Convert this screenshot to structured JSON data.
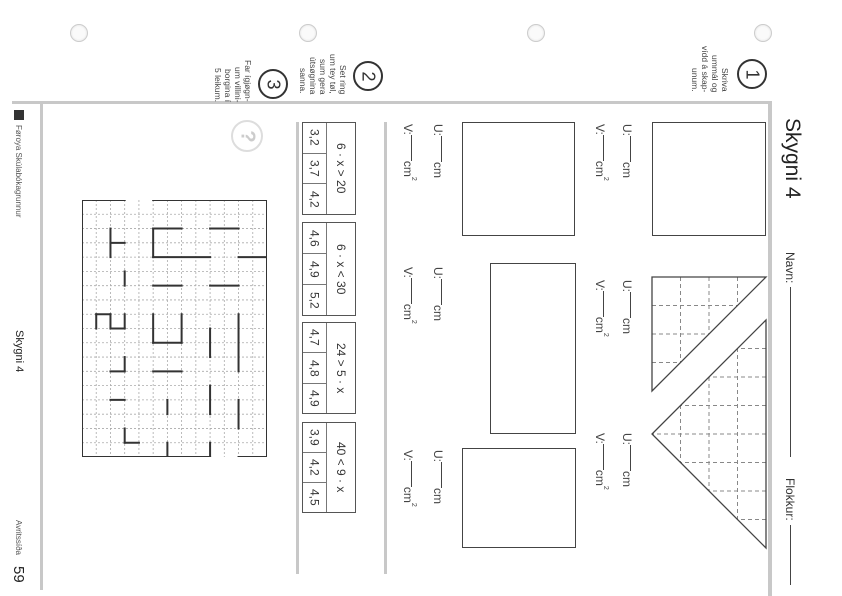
{
  "header": {
    "title": "Skygni 4",
    "name_label": "Navn:",
    "class_label": "Flokkur:"
  },
  "tasks": [
    {
      "number": "1",
      "instruction": "Skriva\nummál og\nvídd á skap-\nunum."
    },
    {
      "number": "2",
      "instruction": "Set ring\num tey tøl,\nsum gera\nútsøgnina\nsanna."
    },
    {
      "number": "3",
      "instruction": "Far ígjøgn-\num villini-\nborgina í\n5 leikum."
    }
  ],
  "measure": {
    "u_label": "U:",
    "v_label": "V:",
    "u_unit": "cm",
    "v_unit": "cm",
    "v_sup": "2"
  },
  "inequalities": [
    {
      "statement": "6 · x > 20",
      "options": [
        "3,2",
        "3,7",
        "4,2"
      ]
    },
    {
      "statement": "6 · x < 30",
      "options": [
        "4,6",
        "4,9",
        "5,2"
      ]
    },
    {
      "statement": "24 > 5 · x",
      "options": [
        "4,7",
        "4,8",
        "4,9"
      ]
    },
    {
      "statement": "40 < 9 · x",
      "options": [
        "3,9",
        "4,2",
        "4,5"
      ]
    }
  ],
  "hint_icon": "question-mark-icon",
  "footer": {
    "publisher": "Føroya Skúlabókagrunnur",
    "book": "Skygni 4",
    "copy_label": "Avritssíða",
    "page": "59"
  }
}
